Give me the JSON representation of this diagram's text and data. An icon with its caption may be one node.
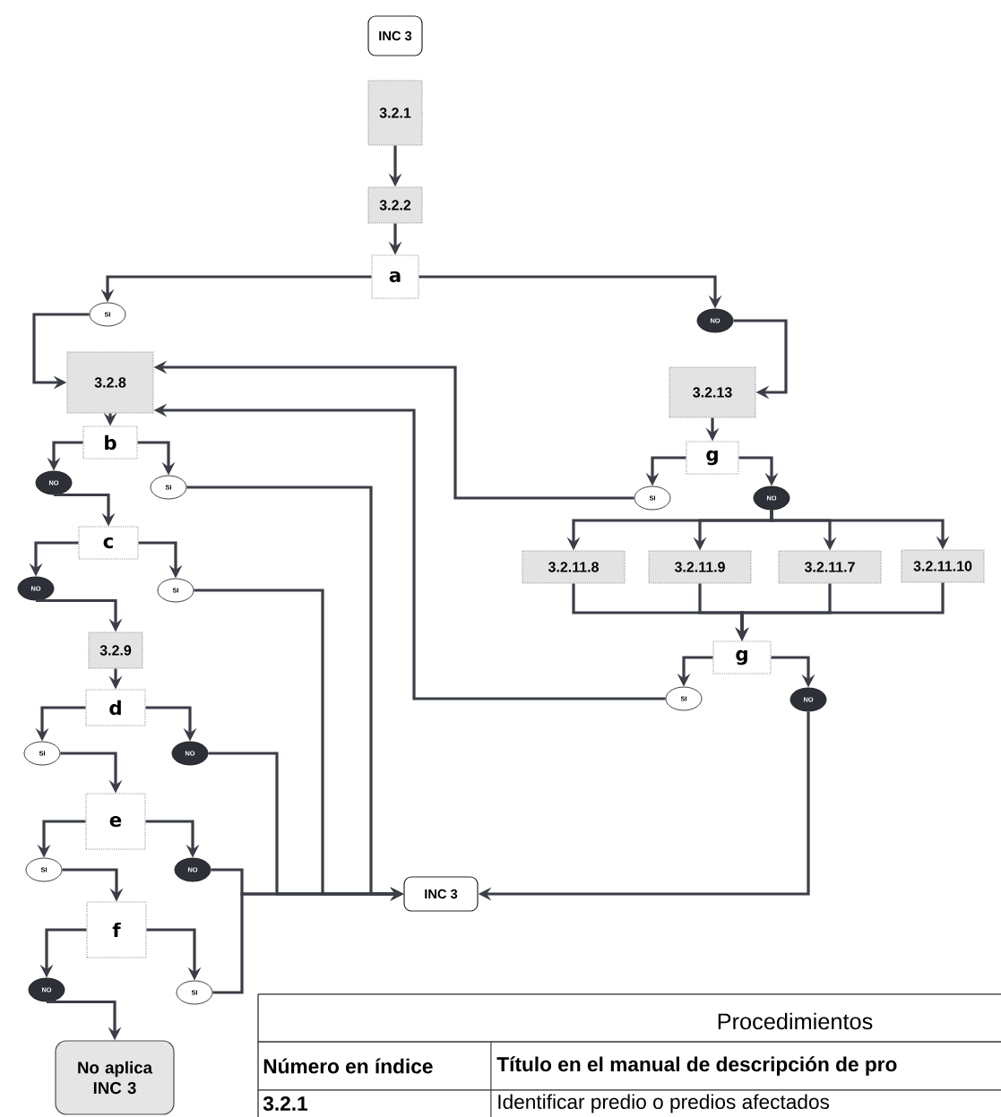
{
  "diagram": {
    "nodes": [
      {
        "text": [
          "INC 3"
        ]
      },
      {
        "text": [
          "3.2.1"
        ]
      },
      {
        "text": [
          "3.2.2"
        ]
      },
      {
        "text": [
          "a"
        ]
      },
      {
        "text": [
          "SI"
        ]
      },
      {
        "text": [
          "NO"
        ]
      },
      {
        "text": [
          "3.2.8"
        ]
      },
      {
        "text": [
          "3.2.13"
        ]
      },
      {
        "text": [
          "b"
        ]
      },
      {
        "text": [
          "NO"
        ]
      },
      {
        "text": [
          "SI"
        ]
      },
      {
        "text": [
          "g"
        ]
      },
      {
        "text": [
          "SI"
        ]
      },
      {
        "text": [
          "NO"
        ]
      },
      {
        "text": [
          "c"
        ]
      },
      {
        "text": [
          "NO"
        ]
      },
      {
        "text": [
          "SI"
        ]
      },
      {
        "text": [
          "3.2.11.8"
        ]
      },
      {
        "text": [
          "3.2.11.9"
        ]
      },
      {
        "text": [
          "3.2.11.7"
        ]
      },
      {
        "text": [
          "3.2.11.10"
        ]
      },
      {
        "text": [
          "3.2.9"
        ]
      },
      {
        "text": [
          "g"
        ]
      },
      {
        "text": [
          "d"
        ]
      },
      {
        "text": [
          "SI"
        ]
      },
      {
        "text": [
          "NO"
        ]
      },
      {
        "text": [
          "SI"
        ]
      },
      {
        "text": [
          "NO"
        ]
      },
      {
        "text": [
          "e"
        ]
      },
      {
        "text": [
          "SI"
        ]
      },
      {
        "text": [
          "NO"
        ]
      },
      {
        "text": [
          "INC 3"
        ]
      },
      {
        "text": [
          "f"
        ]
      },
      {
        "text": [
          "NO"
        ]
      },
      {
        "text": [
          "SI"
        ]
      },
      {
        "text": [
          "No aplica INC 3"
        ]
      }
    ],
    "edges": [
      {
        "from": 1,
        "to": 2,
        "arrow": "to"
      },
      {
        "from": 2,
        "to": 3,
        "arrow": "to"
      },
      {
        "from": 3,
        "to": 4,
        "arrow": "to"
      },
      {
        "from": 3,
        "to": 5,
        "arrow": "to"
      },
      {
        "from": 4,
        "to": 6,
        "arrow": "to"
      },
      {
        "from": 5,
        "to": 7,
        "arrow": "to"
      },
      {
        "from": 6,
        "to": 8,
        "arrow": "to"
      },
      {
        "from": 8,
        "to": 9,
        "arrow": "to"
      },
      {
        "from": 8,
        "to": 10,
        "arrow": "to"
      },
      {
        "from": 9,
        "to": 14,
        "arrow": "to"
      },
      {
        "from": 7,
        "to": 11,
        "arrow": "to"
      },
      {
        "from": 11,
        "to": 12,
        "arrow": "to"
      },
      {
        "from": 11,
        "to": 13,
        "arrow": "to"
      },
      {
        "from": 12,
        "to": 6,
        "arrow": "to"
      },
      {
        "from": 13,
        "to": 17,
        "arrow": "to"
      },
      {
        "from": 13,
        "to": 18,
        "arrow": "to"
      },
      {
        "from": 13,
        "to": 19,
        "arrow": "to"
      },
      {
        "from": 13,
        "to": 20,
        "arrow": "to"
      },
      {
        "from": 17,
        "to": 22,
        "arrow": "to"
      },
      {
        "from": 18,
        "to": 22,
        "arrow": "to"
      },
      {
        "from": 19,
        "to": 22,
        "arrow": "to"
      },
      {
        "from": 20,
        "to": 22,
        "arrow": "to"
      },
      {
        "from": 22,
        "to": 24,
        "arrow": "to"
      },
      {
        "from": 22,
        "to": 25,
        "arrow": "to"
      },
      {
        "from": 24,
        "to": 6,
        "arrow": "to"
      },
      {
        "from": 10,
        "to": 31,
        "arrow": "to"
      },
      {
        "from": 14,
        "to": 15,
        "arrow": "to"
      },
      {
        "from": 14,
        "to": 16,
        "arrow": "to"
      },
      {
        "from": 16,
        "to": 31,
        "arrow": "to"
      },
      {
        "from": 15,
        "to": 21,
        "arrow": "to"
      },
      {
        "from": 21,
        "to": 23,
        "arrow": "to"
      },
      {
        "from": 23,
        "to": 26,
        "arrow": "to"
      },
      {
        "from": 23,
        "to": 27,
        "arrow": "to"
      },
      {
        "from": 27,
        "to": 31,
        "arrow": "to"
      },
      {
        "from": 26,
        "to": 28,
        "arrow": "to"
      },
      {
        "from": 28,
        "to": 29,
        "arrow": "to"
      },
      {
        "from": 28,
        "to": 30,
        "arrow": "to"
      },
      {
        "from": 30,
        "to": 31,
        "arrow": "to"
      },
      {
        "from": 29,
        "to": 32,
        "arrow": "to"
      },
      {
        "from": 32,
        "to": 33,
        "arrow": "to"
      },
      {
        "from": 32,
        "to": 34,
        "arrow": "to"
      },
      {
        "from": 34,
        "to": 31,
        "arrow": "to"
      },
      {
        "from": 33,
        "to": 35,
        "arrow": "to"
      },
      {
        "from": 25,
        "to": 31,
        "arrow": "to"
      }
    ],
    "labels": [
      "Procedimientos",
      "Número en índice",
      "Título en el manual de descripción de pro",
      "3.2.1",
      "Identificar predio o predios afectados"
    ]
  }
}
